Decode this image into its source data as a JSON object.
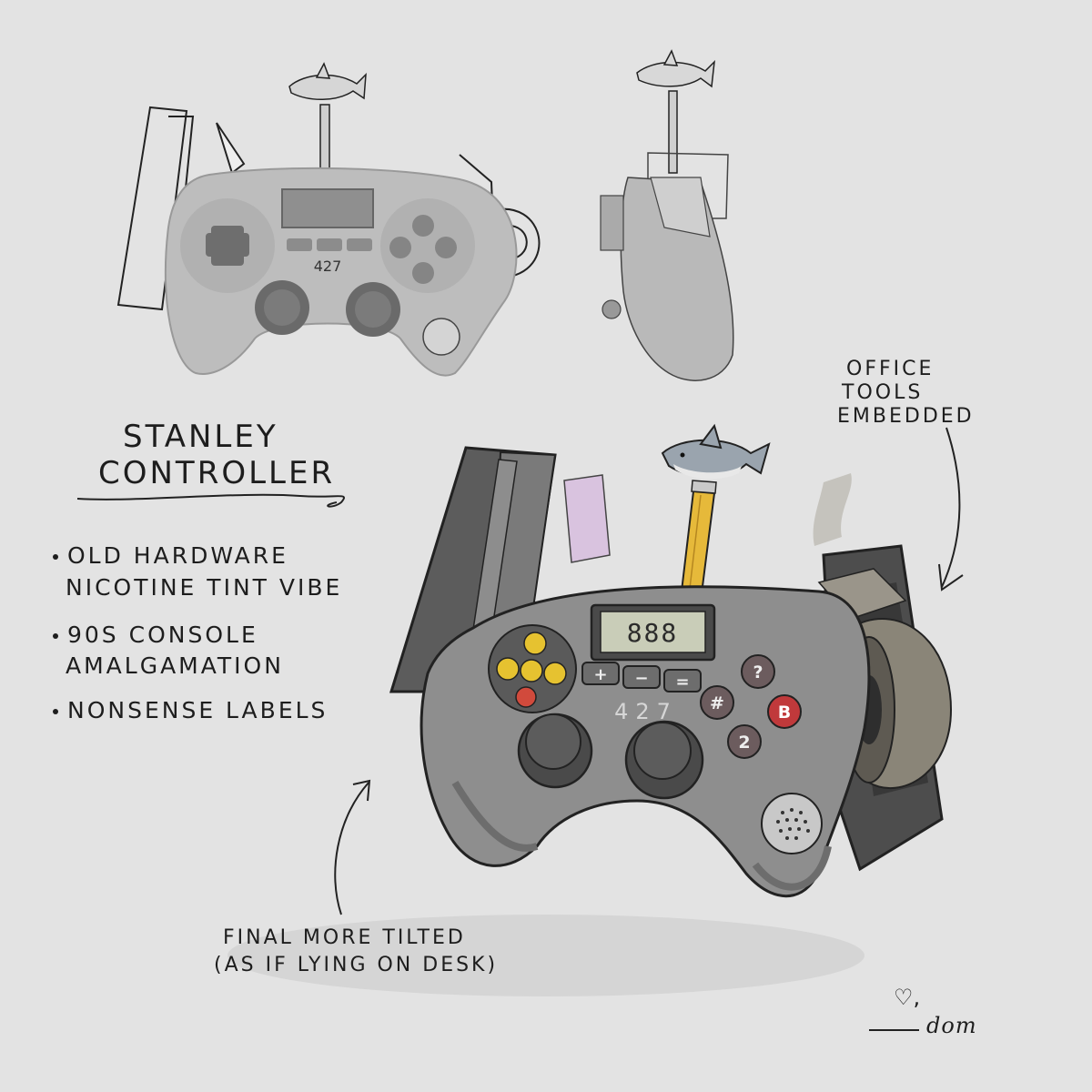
{
  "title": {
    "line1": "STANLEY",
    "line2": "CONTROLLER"
  },
  "notes": [
    {
      "line1": "OLD HARDWARE",
      "line2": "NICOTINE TINT VIBE"
    },
    {
      "line1": "90S CONSOLE",
      "line2": "AMALGAMATION"
    },
    {
      "line1": "NONSENSE LABELS",
      "line2": ""
    }
  ],
  "annotation_tools": {
    "line1": "OFFICE",
    "line2": "TOOLS",
    "line3": "EMBEDDED"
  },
  "annotation_final": {
    "line1": "FINAL MORE TILTED",
    "line2": "(AS IF LYING ON DESK)"
  },
  "signature": {
    "heart": "♡,",
    "name": "dom"
  },
  "sketch_controller": {
    "number_label": "427"
  },
  "final_controller": {
    "lcd_value": "888",
    "number_label": "427",
    "calc_buttons": [
      "+",
      "−",
      "="
    ],
    "face_buttons": [
      "?",
      "#",
      "B",
      "2"
    ]
  },
  "colors": {
    "background": "#e3e3e3",
    "controller_body": "#8e8e8e",
    "controller_dark": "#3f3f3f",
    "sticky_note": "#d9c3df",
    "pencil": "#e6b93a",
    "lcd": "#c9cdb8",
    "tape": "#8a8578",
    "b_button": "#c0393b",
    "emoji": "#e6c230"
  }
}
